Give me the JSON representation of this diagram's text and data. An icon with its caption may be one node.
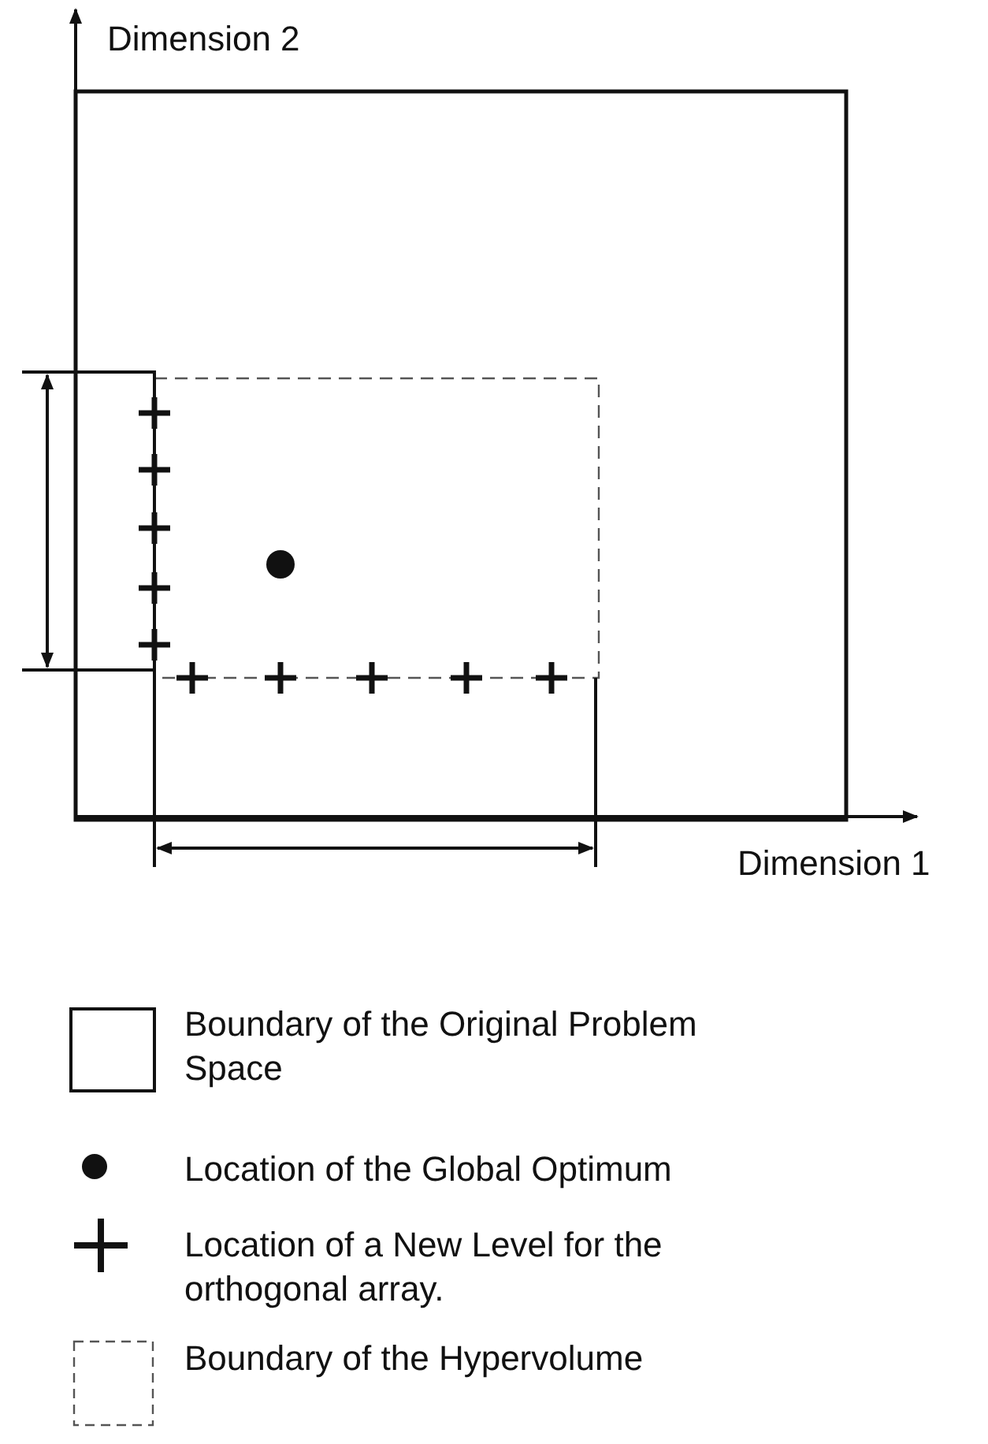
{
  "diagram": {
    "labels": [
      "Dimension 2",
      "Dimension 1"
    ],
    "legend": [
      {
        "text": "Boundary of the Original Problem Space"
      },
      {
        "text": "Location of the Global Optimum"
      },
      {
        "text": "Location of a New Level for the orthogonal array."
      },
      {
        "text": "Boundary of the Hypervolume"
      }
    ]
  }
}
